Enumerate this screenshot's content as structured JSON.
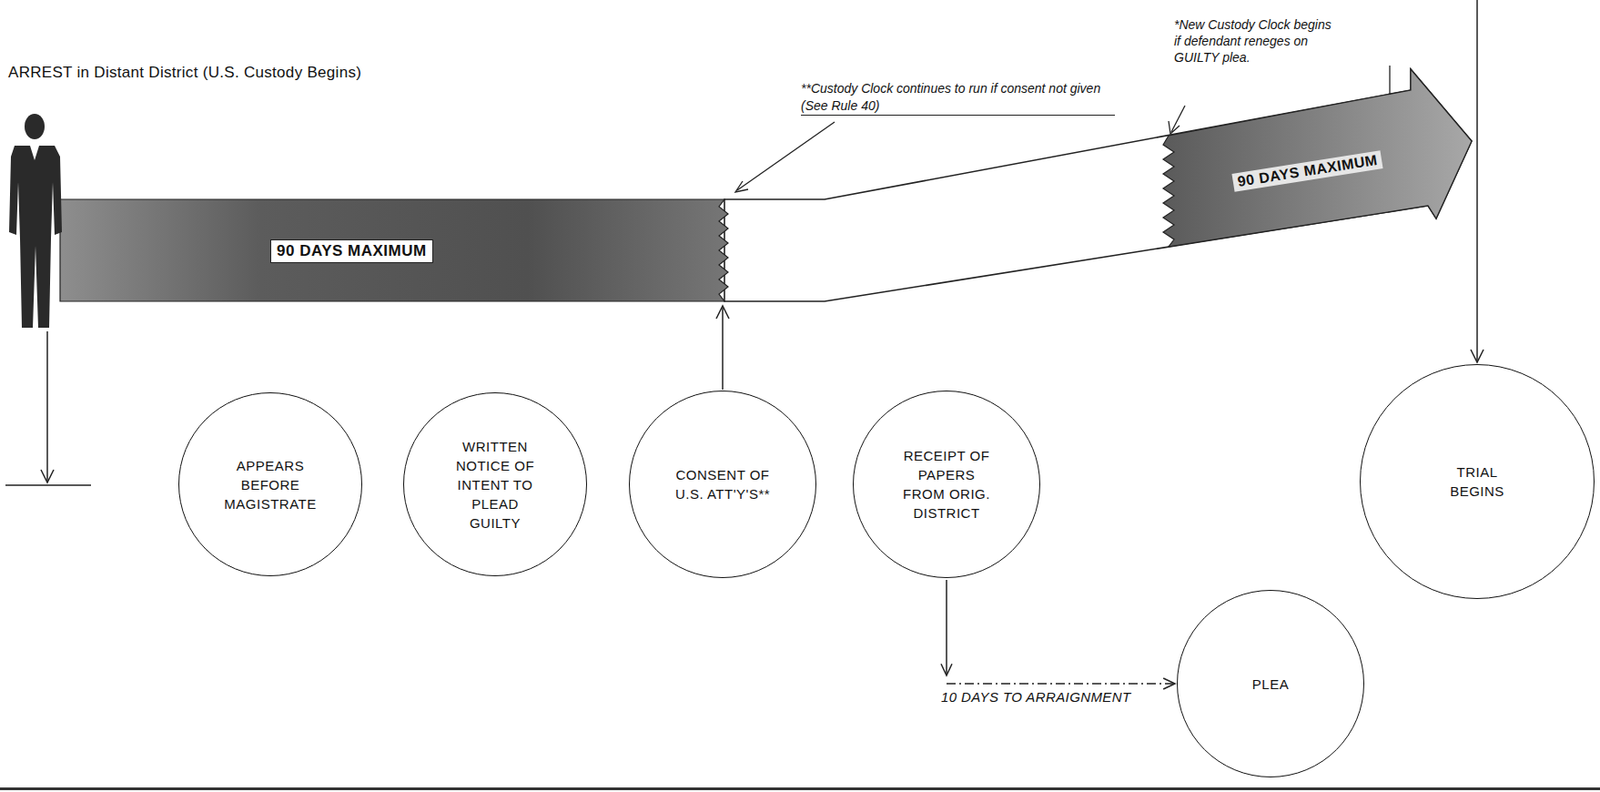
{
  "diagram": {
    "nodes": [
      {
        "text": [
          "90 DAYS MAXIMUM"
        ]
      },
      {
        "text": [
          "APPEARS BEFORE MAGISTRATE"
        ]
      },
      {
        "text": [
          "WRITTEN NOTICE OF INTENT TO PLEAD GUILTY"
        ]
      },
      {
        "text": [
          "CONSENT OF U.S. ATT'Y'S**"
        ]
      },
      {
        "text": [
          "RECEIPT OF PAPERS FROM ORIG. DISTRICT"
        ]
      },
      {
        "text": [
          "TRIAL BEGINS"
        ]
      },
      {
        "text": [
          "PLEA"
        ]
      }
    ],
    "edges": [
      {
        "from": 4,
        "to": 6,
        "arrow": "to",
        "label": "10 DAYS TO ARRAIGNMENT"
      }
    ],
    "labels": [
      "ARREST in Distant District (U.S. Custody Begins)",
      "**Custody Clock continues to run if consent not given (See Rule 40)",
      "*New Custody Clock begins if defendant reneges on GUILTY plea.",
      "90 DAYS MAXIMUM"
    ]
  }
}
